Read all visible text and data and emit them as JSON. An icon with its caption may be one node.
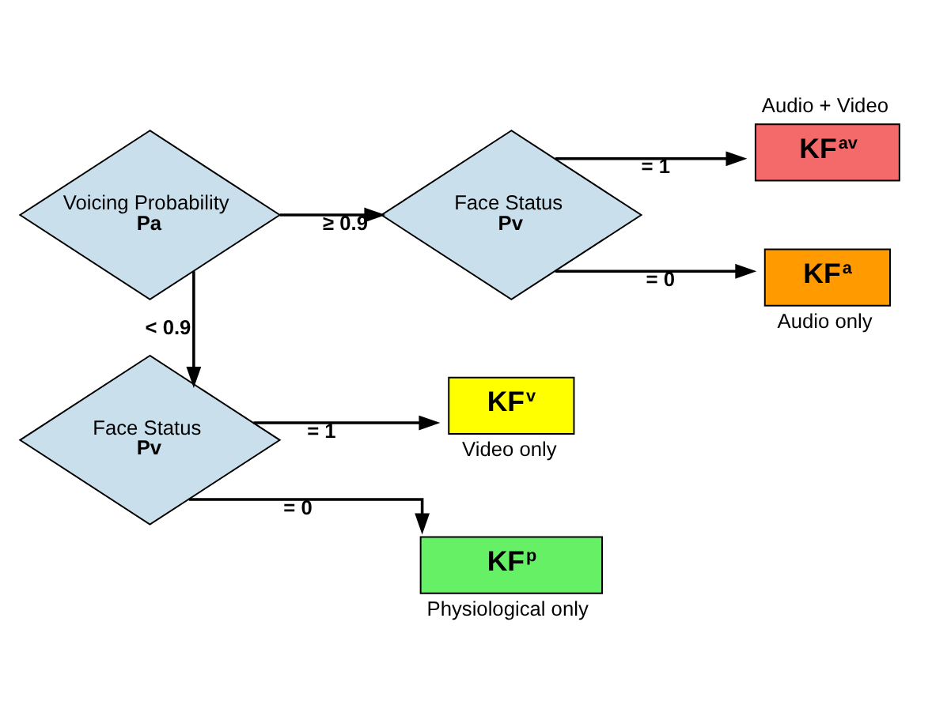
{
  "diagram": {
    "nodes": [
      {
        "text": [
          "Voicing Probability",
          "Pa"
        ]
      },
      {
        "text": [
          "Face Status",
          "Pv"
        ]
      },
      {
        "text": [
          "KF$^{av}$"
        ],
        "beside": [
          "Audio + Video"
        ]
      },
      {
        "text": [
          "KF$^{a}$"
        ],
        "beside": [
          "Audio only"
        ]
      },
      {
        "text": [
          "Face Status",
          "Pv"
        ]
      },
      {
        "text": [
          "KF$^{v}$"
        ],
        "beside": [
          "Video only"
        ]
      },
      {
        "text": [
          "KF$^{p}$"
        ],
        "beside": [
          "Physiological only"
        ]
      }
    ],
    "edges": [
      {
        "from": 0,
        "to": 1,
        "arrow": "to",
        "label": "≥ 0.9"
      },
      {
        "from": 0,
        "to": 4,
        "arrow": "to",
        "label": "< 0.9"
      },
      {
        "from": 1,
        "to": 2,
        "arrow": "to",
        "label": "= 1"
      },
      {
        "from": 1,
        "to": 3,
        "arrow": "to",
        "label": "= 0"
      },
      {
        "from": 4,
        "to": 5,
        "arrow": "to",
        "label": "= 1"
      },
      {
        "from": 4,
        "to": 6,
        "arrow": "to",
        "label": "= 0"
      }
    ]
  }
}
